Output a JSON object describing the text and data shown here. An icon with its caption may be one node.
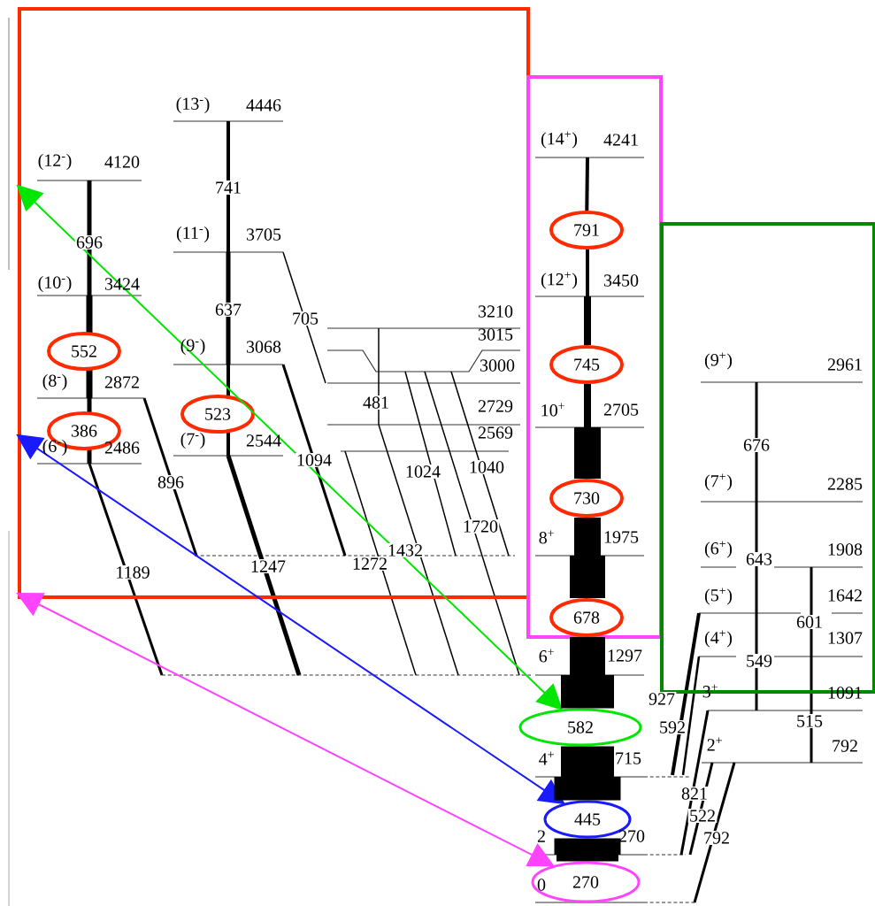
{
  "diagram": {
    "nodes": [
      {
        "text": [],
        "shape": "box"
      },
      {
        "text": [
          "552"
        ],
        "in": 0
      },
      {
        "text": [
          "386"
        ],
        "in": 0
      },
      {
        "text": [
          "523"
        ],
        "in": 0
      },
      {
        "text": [],
        "shape": "box"
      },
      {
        "text": [
          "791"
        ],
        "in": 4
      },
      {
        "text": [
          "745"
        ],
        "in": 4
      },
      {
        "text": [
          "730"
        ],
        "in": 4
      },
      {
        "text": [
          "678"
        ],
        "in": 4
      },
      {
        "text": [],
        "shape": "box"
      },
      {
        "text": [
          "582"
        ]
      },
      {
        "text": [
          "445"
        ]
      },
      {
        "text": [
          "270"
        ]
      }
    ],
    "edges": [
      {
        "from": 10,
        "to": 0,
        "arrow": "both",
        "color": "#00e600"
      },
      {
        "from": 11,
        "to": 0,
        "arrow": "both",
        "color": "#1a1aff"
      },
      {
        "from": 12,
        "to": 0,
        "arrow": "both",
        "color": "#ff44ff"
      },
      {
        "from": 5,
        "to": 6,
        "arrow": "none",
        "style": "thick"
      },
      {
        "from": 6,
        "to": 7,
        "arrow": "none",
        "style": "thick"
      },
      {
        "from": 7,
        "to": 8,
        "arrow": "none",
        "style": "thick"
      },
      {
        "from": 8,
        "to": 10,
        "arrow": "none",
        "style": "thick"
      },
      {
        "from": 10,
        "to": 11,
        "arrow": "none",
        "style": "thick"
      },
      {
        "from": 11,
        "to": 12,
        "arrow": "none",
        "style": "thick"
      },
      {
        "from": null,
        "to": 5,
        "arrow": "none",
        "style": "thick",
        "color": "#000000"
      }
    ],
    "labels": [
      "(12$^{-}$)",
      "4120",
      "696",
      "(10$^{-}$)",
      "3424",
      "(8$^{-}$)",
      "2872",
      "(6$^{-}$)",
      "2486",
      "(13$^{-}$)",
      "4446",
      "741",
      "(11$^{-}$)",
      "3705",
      "637",
      "(9$^{-}$)",
      "3068",
      "(7$^{-}$)",
      "2544",
      "705",
      "3210",
      "3015",
      "3000",
      "481",
      "2729",
      "2569",
      "896",
      "1094",
      "1024",
      "1040",
      "1720",
      "1189",
      "1247",
      "1272",
      "1432",
      "(14$^{+}$)",
      "4241",
      "(12$^{+}$)",
      "3450",
      "10$^{+}$",
      "2705",
      "8$^{+}$",
      "1975",
      "6$^{+}$",
      "1297",
      "4$^{+}$",
      "715",
      "2",
      "270",
      "0",
      "(9$^{+}$)",
      "2961",
      "676",
      "(7$^{+}$)",
      "2285",
      "(6$^{+}$)",
      "643",
      "1908",
      "(5$^{+}$)",
      "1642",
      "601",
      "(4$^{+}$)",
      "549",
      "1307",
      "3$^{+}$",
      "1091",
      "515",
      "2$^{+}$",
      "792",
      "927",
      "592",
      "821",
      "522",
      "792"
    ]
  }
}
